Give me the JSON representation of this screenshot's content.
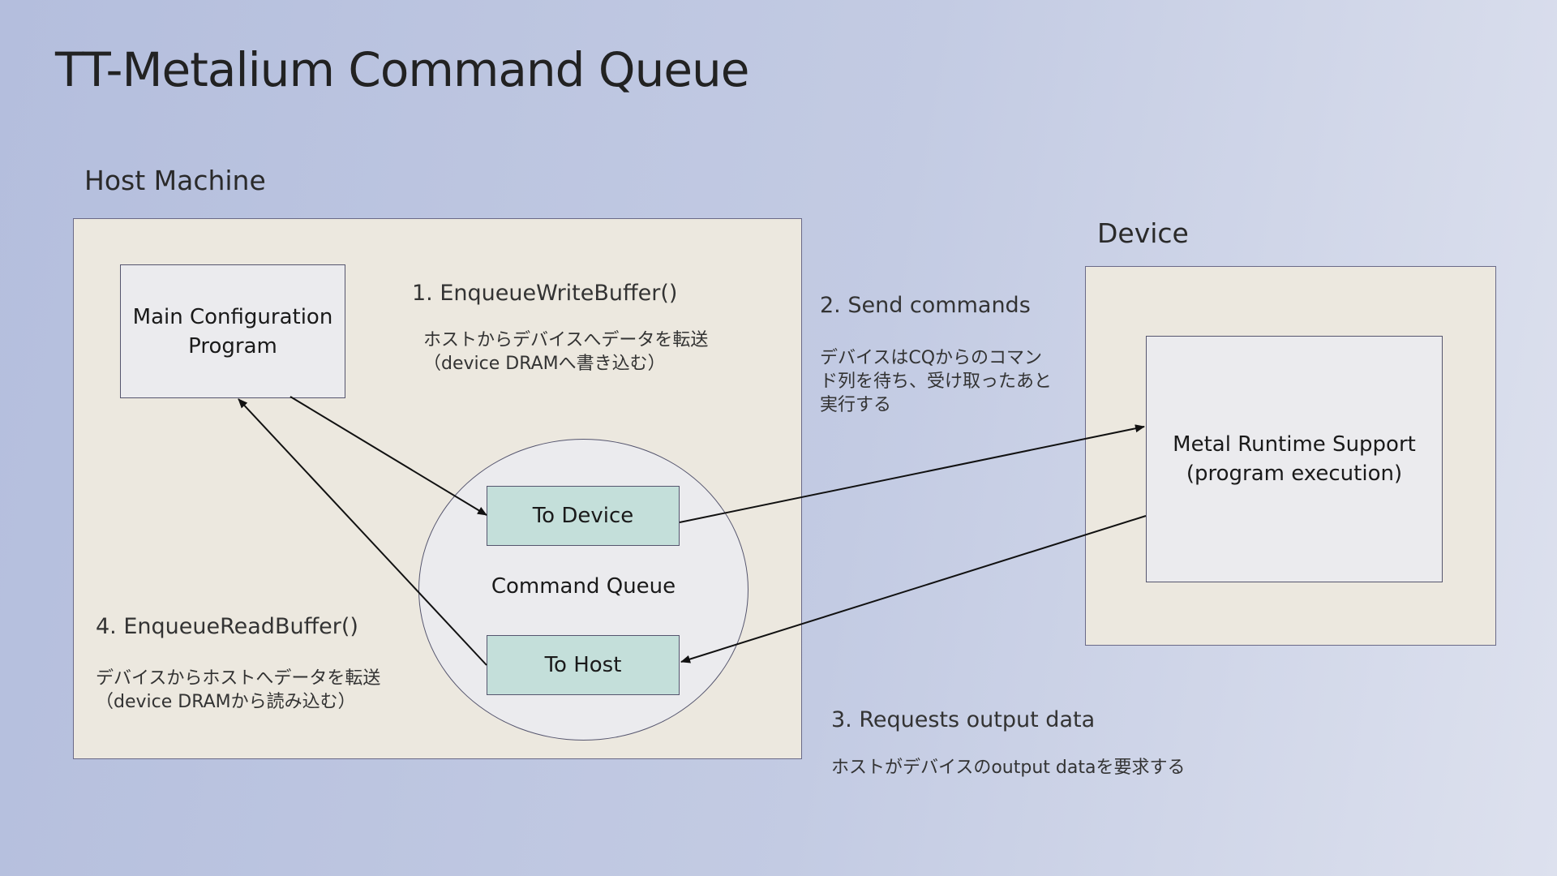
{
  "title": "TT-Metalium Command Queue",
  "host": {
    "label": "Host Machine",
    "main_program": "Main Configuration\nProgram",
    "command_queue": {
      "label": "Command Queue",
      "to_device": "To Device",
      "to_host": "To Host"
    }
  },
  "device": {
    "label": "Device",
    "runtime": "Metal Runtime Support\n(program execution)"
  },
  "steps": [
    {
      "title": "1. EnqueueWriteBuffer()",
      "desc": "ホストからデバイスへデータを転送\n（device DRAMへ書き込む）"
    },
    {
      "title": "2. Send commands",
      "desc": "デバイスはCQからのコマン\nド列を待ち、受け取ったあと\n実行する"
    },
    {
      "title": "3. Requests output data",
      "desc": "ホストがデバイスのoutput dataを要求する"
    },
    {
      "title": "4. EnqueueReadBuffer()",
      "desc": "デバイスからホストへデータを転送\n（device DRAMから読み込む）"
    }
  ],
  "colors": {
    "panel": "#ece8df",
    "box": "#ebebee",
    "queue_box": "#c4dfda",
    "border": "#55556e"
  }
}
